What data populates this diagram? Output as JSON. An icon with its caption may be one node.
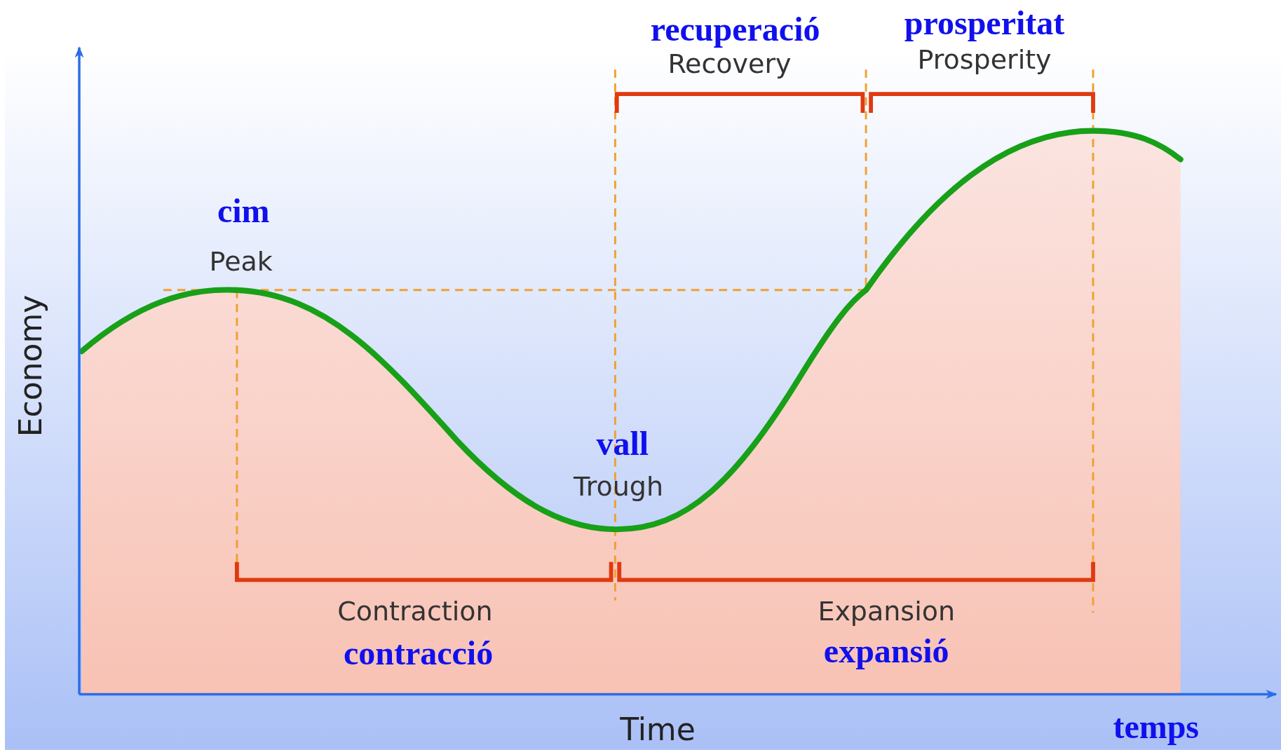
{
  "diagram": {
    "labels": [
      "recuperació",
      "prosperitat",
      "Recovery",
      "Prosperity",
      "cim",
      "Peak",
      "Economy",
      "vall",
      "Trough",
      "Contraction",
      "Expansion",
      "contracció",
      "expansió",
      "Time",
      "temps"
    ]
  }
}
